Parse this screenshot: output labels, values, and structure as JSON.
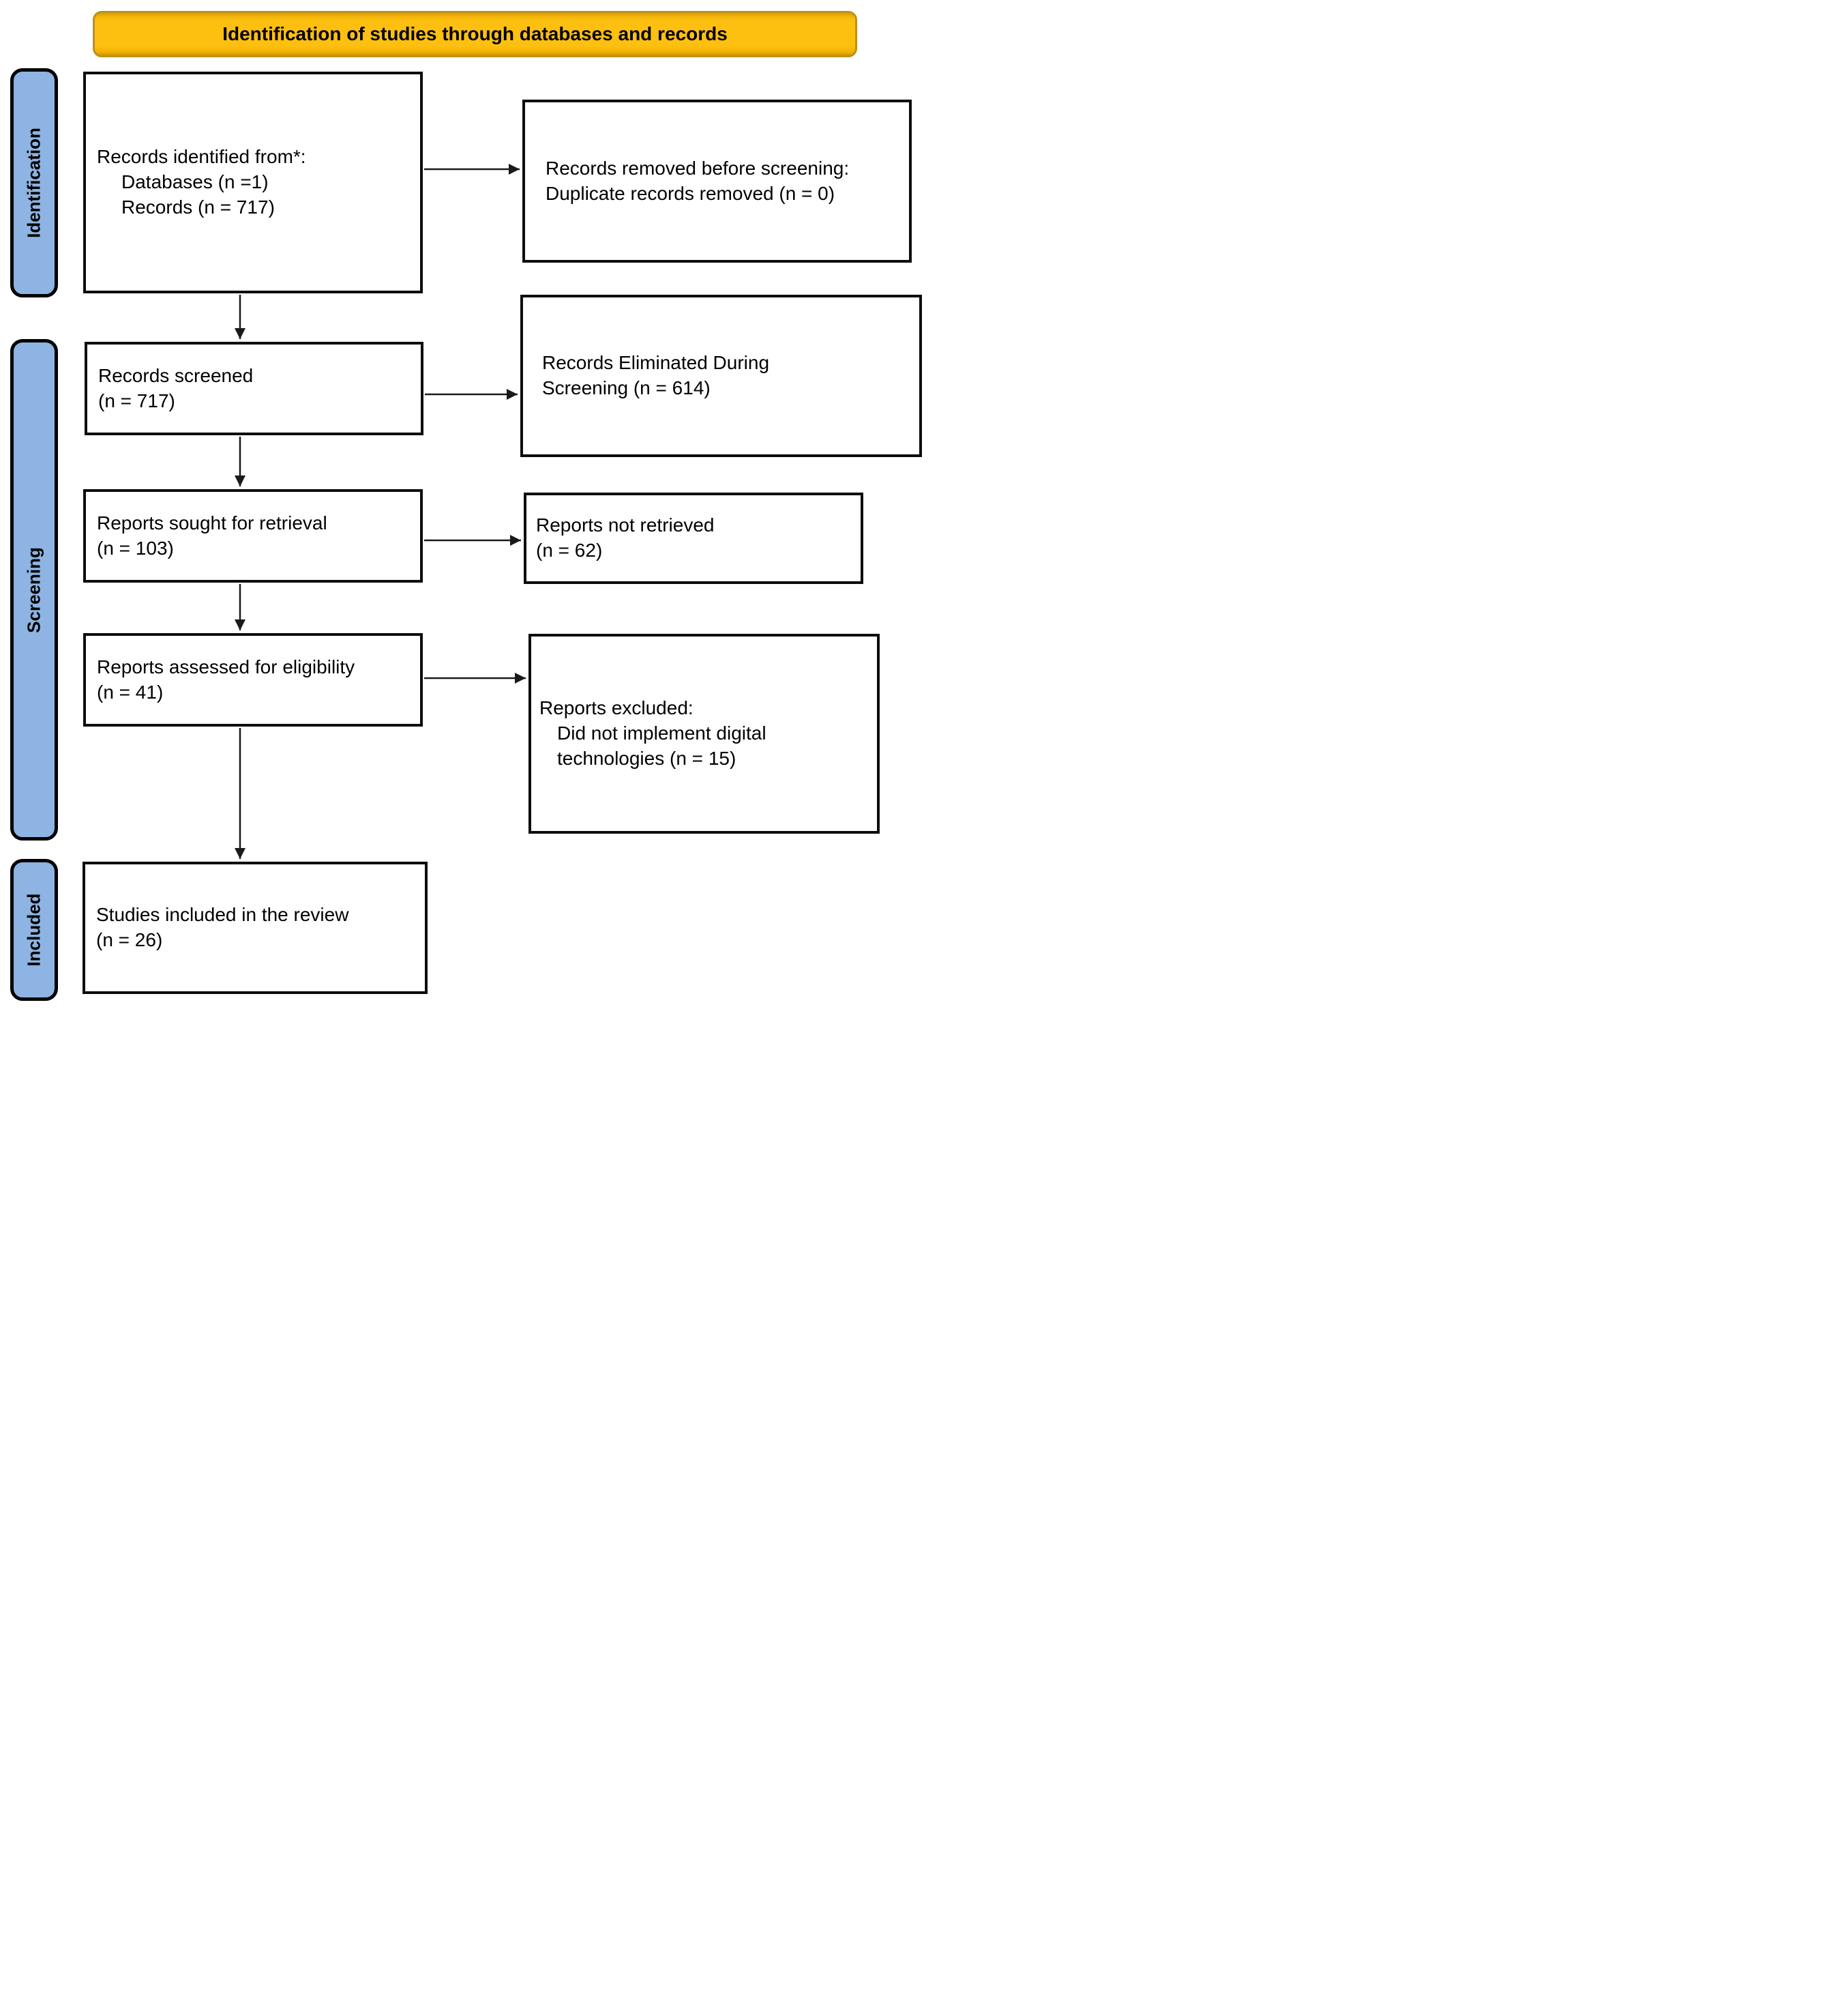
{
  "header": {
    "title": "Identification of studies through databases and records"
  },
  "sidebar": {
    "identification": "Identification",
    "screening": "Screening",
    "included": "Included"
  },
  "boxes": {
    "records_identified": {
      "line1": "Records identified from*:",
      "line2": "Databases (n =1)",
      "line3": "Records (n = 717)"
    },
    "records_removed": {
      "line1": "Records removed before screening:",
      "line2": "Duplicate records removed (n = 0)"
    },
    "records_screened": {
      "line1": "Records screened",
      "line2": "(n = 717)"
    },
    "records_eliminated": {
      "line1": "Records Eliminated During",
      "line2": "Screening (n = 614)"
    },
    "reports_sought": {
      "line1": "Reports sought for retrieval",
      "line2": "(n = 103)"
    },
    "reports_not_retrieved": {
      "line1": "Reports not retrieved",
      "line2": "(n = 62)"
    },
    "reports_assessed": {
      "line1": "Reports assessed for eligibility",
      "line2": "(n = 41)"
    },
    "reports_excluded": {
      "line1": "Reports excluded:",
      "line2": "Did not implement digital",
      "line3": "technologies (n = 15)"
    },
    "studies_included": {
      "line1": "Studies included in the review",
      "line2": "(n = 26)"
    }
  },
  "colors": {
    "banner_fill": "#FDC010",
    "banner_border": "#BD9217",
    "stage_fill": "#8DB4E2",
    "stage_border": "#000000",
    "box_border": "#0D0D0D",
    "arrow": "#1A1A1A"
  }
}
